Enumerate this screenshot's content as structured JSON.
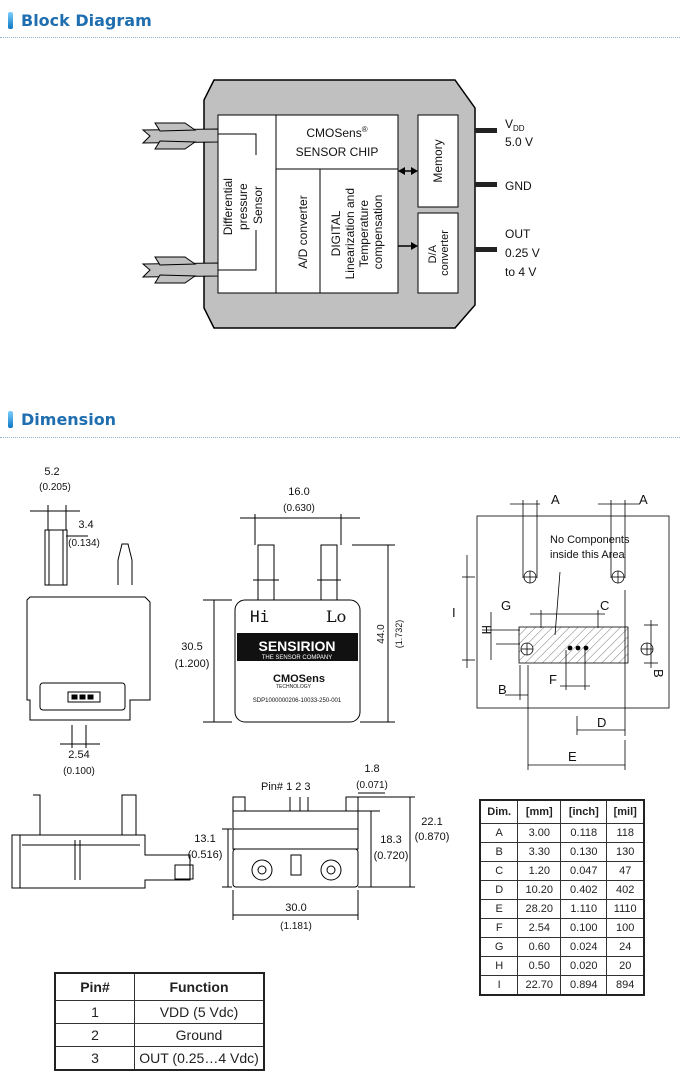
{
  "sections": {
    "block_diagram": "Block Diagram",
    "dimension": "Dimension"
  },
  "block": {
    "sensor": [
      "Differential",
      "pressure",
      "Sensor"
    ],
    "chip_line1": "CMOSens",
    "chip_reg": "®",
    "chip_line2": "SENSOR CHIP",
    "adc": "A/D converter",
    "digital": [
      "DIGITAL",
      "Linearization and",
      "Temperature",
      "compensation"
    ],
    "memory": "Memory",
    "dac": [
      "D/A",
      "converter"
    ],
    "vdd_v": "V",
    "vdd_sub": "DD",
    "vdd_val": "5.0 V",
    "gnd": "GND",
    "out": [
      "OUT",
      "0.25 V",
      "to 4 V"
    ]
  },
  "dims": {
    "d52": "5.2",
    "d52i": "(0.205)",
    "d34": "3.4",
    "d34i": "(0.134)",
    "d254": "2.54",
    "d254i": "(0.100)",
    "d160": "16.0",
    "d160i": "(0.630)",
    "d305": "30.5",
    "d305i": "(1.200)",
    "d440": "44.0",
    "d440i": "(1.732)",
    "hi": "Hi",
    "lo": "Lo",
    "brand": "SENSIRION",
    "tagline": "THE SENSOR COMPANY",
    "cmosens": "CMOSens",
    "tech": "TECHNOLOGY",
    "partno": "SDP1000000206-10033-250-001",
    "pins": "Pin# 1 2 3",
    "d18": "1.8",
    "d18i": "(0.071)",
    "d131": "13.1",
    "d131i": "(0.516)",
    "d183": "18.3",
    "d183i": "(0.720)",
    "d221": "22.1",
    "d221i": "(0.870)",
    "d300": "30.0",
    "d300i": "(1.181)",
    "nocomp": [
      "No Components",
      "inside this Area"
    ],
    "letters": {
      "A": "A",
      "B": "B",
      "C": "C",
      "D": "D",
      "E": "E",
      "F": "F",
      "G": "G",
      "H": "H",
      "I": "I"
    }
  },
  "dim_table": {
    "headers": [
      "Dim.",
      "[mm]",
      "[inch]",
      "[mil]"
    ],
    "rows": [
      [
        "A",
        "3.00",
        "0.118",
        "118"
      ],
      [
        "B",
        "3.30",
        "0.130",
        "130"
      ],
      [
        "C",
        "1.20",
        "0.047",
        "47"
      ],
      [
        "D",
        "10.20",
        "0.402",
        "402"
      ],
      [
        "E",
        "28.20",
        "1.110",
        "1110"
      ],
      [
        "F",
        "2.54",
        "0.100",
        "100"
      ],
      [
        "G",
        "0.60",
        "0.024",
        "24"
      ],
      [
        "H",
        "0.50",
        "0.020",
        "20"
      ],
      [
        "I",
        "22.70",
        "0.894",
        "894"
      ]
    ]
  },
  "pin_table": {
    "headers": [
      "Pin#",
      "Function"
    ],
    "rows": [
      [
        "1",
        "VDD (5 Vdc)"
      ],
      [
        "2",
        "Ground"
      ],
      [
        "3",
        "OUT (0.25…4 Vdc)"
      ]
    ]
  }
}
